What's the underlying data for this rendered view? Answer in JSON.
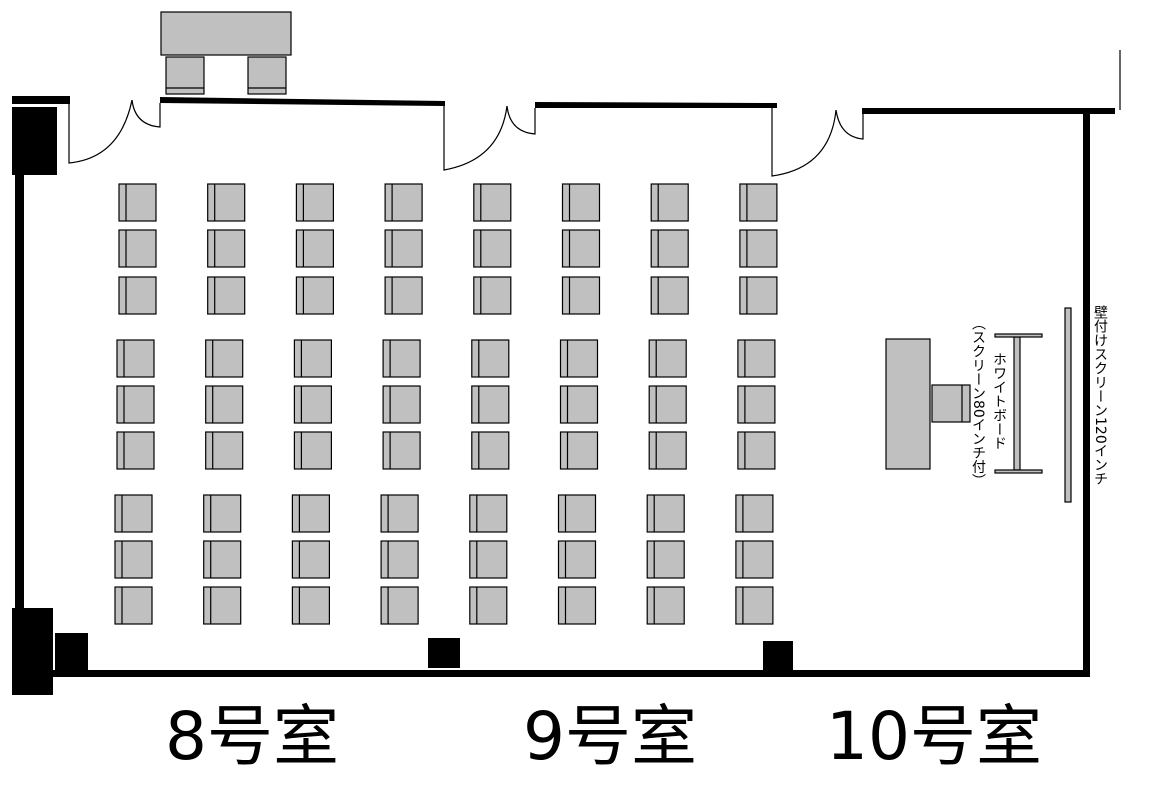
{
  "rooms": [
    {
      "label": "8号室"
    },
    {
      "label": "9号室"
    },
    {
      "label": "10号室"
    }
  ],
  "whiteboard": {
    "label": "ホワイトボード",
    "note": "（スクリーン80インチ付）"
  },
  "wall_screen": {
    "label": "壁付けスクリーン120インチ"
  },
  "colors": {
    "furniture": "#c0c0c0",
    "wall": "#000000"
  }
}
